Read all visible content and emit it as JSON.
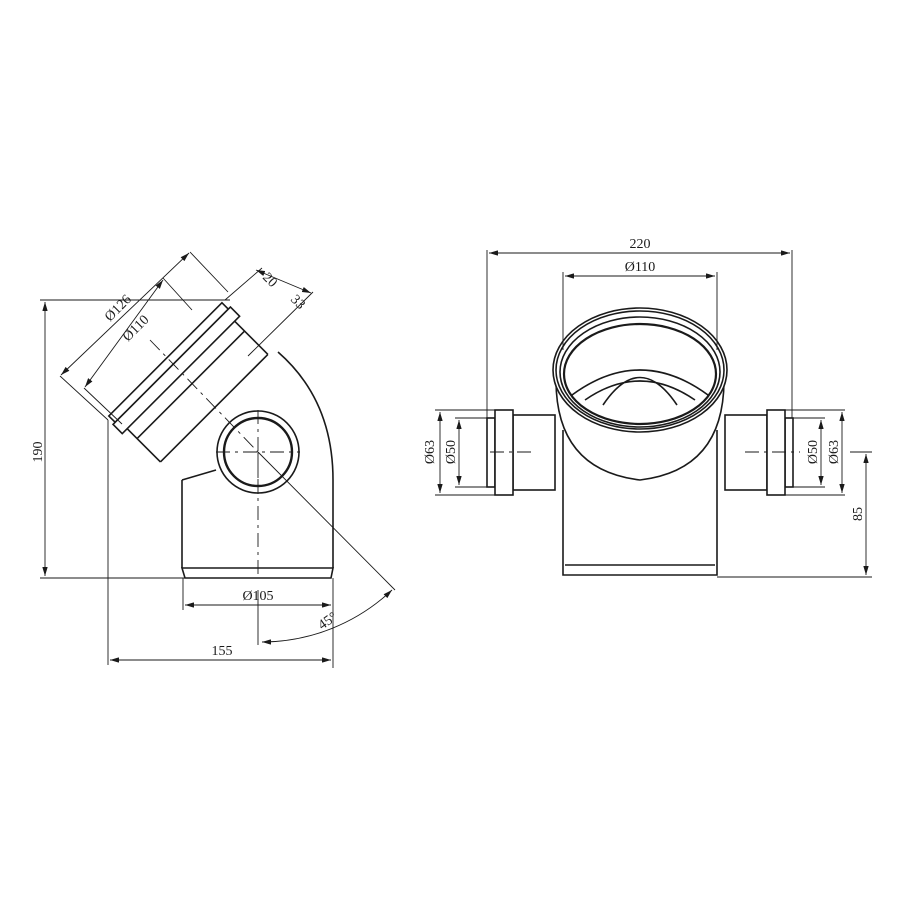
{
  "side_view": {
    "dim_socket_outer": "Ø126",
    "dim_socket_inner": "Ø110",
    "dim_ring": "20",
    "dim_socket_depth": "33",
    "dim_height": "190",
    "dim_bottom": "Ø105",
    "dim_width": "155",
    "dim_angle": "45°"
  },
  "front_view": {
    "dim_width": "220",
    "dim_socket": "Ø110",
    "dim_left_outer": "Ø63",
    "dim_left_inner": "Ø50",
    "dim_right_inner": "Ø50",
    "dim_right_outer": "Ø63",
    "dim_branch_height": "85"
  }
}
